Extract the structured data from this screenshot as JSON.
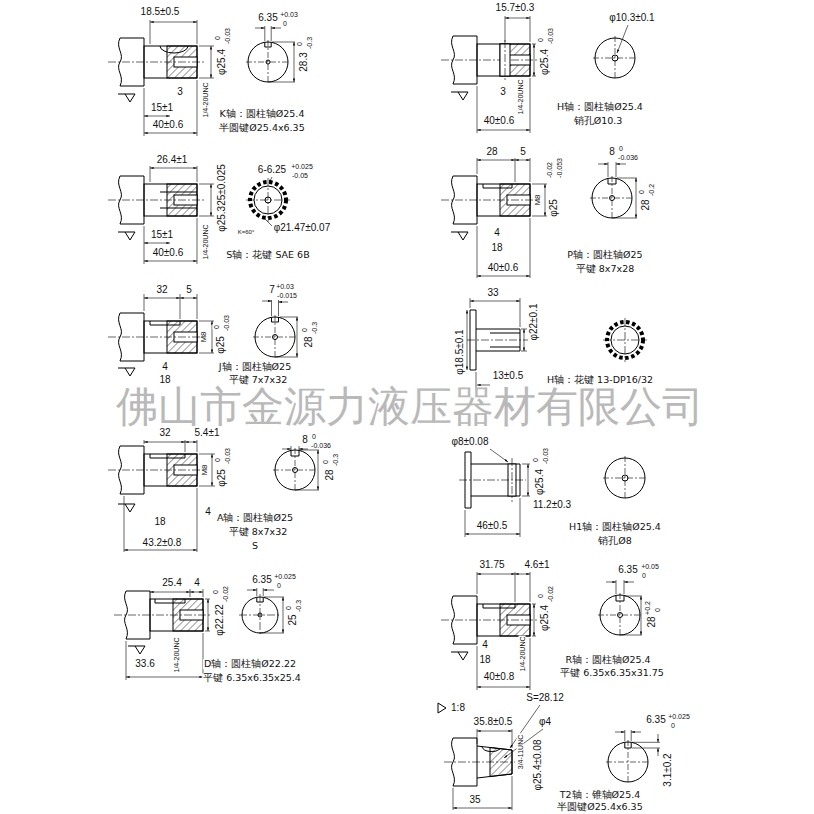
{
  "diagram": {
    "labels": [
      "18.5±0.5",
      "6.35",
      "+0.03",
      "0",
      "φ25.4",
      "0",
      "-0.03",
      "1/4-20UNC",
      "28.3",
      "0",
      "-0.3",
      "3",
      "15±1",
      "40±0.6",
      "K轴：圆柱轴Ø25.4",
      "半圆键Ø25.4x6.35",
      "26.4±1",
      "φ25.325±0.025",
      "6-6.25",
      "+0.025",
      "-0.05",
      "φ21.47±0.07",
      "K=60°",
      "1/4-20UNC",
      "15±1",
      "40±0.6",
      "S轴：花键 SAE 6B",
      "32",
      "5",
      "7",
      "+0.03",
      "-0.015",
      "M8",
      "φ25",
      "0",
      "-0.03",
      "28",
      "0",
      "-0.3",
      "4",
      "18",
      "J轴：圆柱轴Ø25",
      "平键 7x7x32",
      "佛山市金源力液压器材有限公司",
      "32",
      "5.4±1",
      "8",
      "0",
      "-0.036",
      "M8",
      "φ25",
      "0",
      "-0.03",
      "28",
      "0",
      "-0.3",
      "4",
      "18",
      "43.2±0.8",
      "A轴：圆柱轴Ø25",
      "平键 8x7x32",
      "S",
      "25.4",
      "4",
      "6.35",
      "+0.025",
      "0",
      "1/4-20UNC",
      "φ22.22",
      "0",
      "-0.02",
      "25",
      "0",
      "-0.3",
      "33.6",
      "D轴：圆柱轴Ø22.22",
      "平键 6.35x6.35x25.4",
      "15.7±0.3",
      "φ10.3±0.1",
      "φ25.4",
      "0",
      "-0.03",
      "1/4-20UNC",
      "3",
      "40±0.6",
      "H轴：圆柱轴Ø25.4",
      "销孔Ø10.3",
      "28",
      "5",
      "8",
      "0",
      "-0.036",
      "M8",
      "φ25",
      "-0.02",
      "-0.053",
      "28",
      "0",
      "-0.2",
      "4",
      "18",
      "40±0.6",
      "P轴：圆柱轴Ø25",
      "平键 8x7x28",
      "33",
      "φ22±0.1",
      "φ18.5±0.1",
      "13±0.5",
      "H轴：花键 13-DP16/32",
      "φ8±0.08",
      "φ25.4",
      "0",
      "-0.03",
      "11.2±0.3",
      "46±0.5",
      "H1轴：圆柱轴Ø25.4",
      "销孔Ø8",
      "31.75",
      "4.6±1",
      "6.35",
      "+0.05",
      "0",
      "1/4-20UNC",
      "φ25.4",
      "0",
      "-0.02",
      "28",
      "+0.2",
      "0",
      "4",
      "18",
      "40±0.8",
      "R轴：圆柱轴Ø25.4",
      "平键 6.35x6.35x31.75",
      "S=28.12",
      "1:8",
      "35.8±0.5",
      "φ4",
      "6.35",
      "+0.025",
      "0",
      "3/4-11UNC",
      "φ25.4±0.08",
      "3.1±0.2",
      "35",
      "T2轴：锥轴Ø25.4",
      "半圆键Ø25.4x6.35"
    ]
  }
}
